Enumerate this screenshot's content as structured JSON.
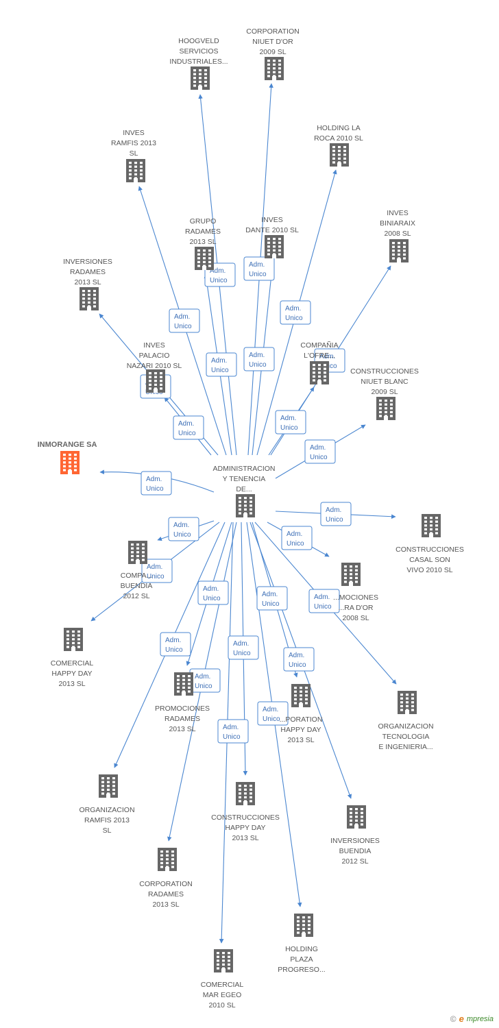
{
  "colors": {
    "edge": "#4a86d0",
    "building": "#666666",
    "building_highlight": "#ff6633",
    "adm_border": "#4a86d0",
    "adm_text": "#3d6fb6"
  },
  "icons": {
    "company": "building-icon"
  },
  "edge_label": [
    "Adm.",
    "Unico"
  ],
  "center": {
    "name": [
      "ADMINISTRACION",
      "Y TENENCIA",
      "DE..."
    ]
  },
  "nodes": [
    {
      "id": "hoogveld",
      "name": [
        "HOOGVELD",
        "SERVICIOS",
        "INDUSTRIALES..."
      ]
    },
    {
      "id": "corp-niuet",
      "name": [
        "CORPORATION",
        "NIUET D'OR",
        "2009 SL"
      ]
    },
    {
      "id": "holding-roca",
      "name": [
        "HOLDING LA",
        "ROCA 2010 SL"
      ]
    },
    {
      "id": "inves-ramfis",
      "name": [
        "INVES",
        "RAMFIS 2013",
        "SL"
      ]
    },
    {
      "id": "inves-biniaraix",
      "name": [
        "INVES",
        "BINIARAIX",
        "2008 SL"
      ]
    },
    {
      "id": "grupo-radames",
      "name": [
        "GRUPO",
        "RADAMES",
        "2013  SL"
      ]
    },
    {
      "id": "inves-dante",
      "name": [
        "INVES",
        "DANTE 2010 SL"
      ]
    },
    {
      "id": "inversiones-radames",
      "name": [
        "INVERSIONES",
        "RADAMES",
        "2013  SL"
      ]
    },
    {
      "id": "compania-ofre",
      "name": [
        "COMPAÑIA",
        "L'OFRE..."
      ]
    },
    {
      "id": "inves-palacio",
      "name": [
        "INVES",
        "PALACIO",
        "NAZARI 2010 SL"
      ]
    },
    {
      "id": "construcciones-niuet",
      "name": [
        "CONSTRUCCIONES",
        "NIUET BLANC",
        "2009 SL"
      ]
    },
    {
      "id": "inmorange",
      "name": [
        "INMORANGE SA"
      ],
      "highlight": true
    },
    {
      "id": "construcciones-casal",
      "name": [
        "CONSTRUCCIONES",
        "CASAL SON",
        "VIVO 2010 SL"
      ]
    },
    {
      "id": "compania-buendia",
      "name": [
        "COMPA...",
        "BUENDIA",
        "2012 SL"
      ]
    },
    {
      "id": "promociones-dor",
      "name": [
        "...MOCIONES",
        "...RA D'OR",
        "2008 SL"
      ]
    },
    {
      "id": "comercial-happy",
      "name": [
        "COMERCIAL",
        "HAPPY DAY",
        "2013  SL"
      ]
    },
    {
      "id": "organizacion-tecnologia",
      "name": [
        "ORGANIZACION",
        "TECNOLOGIA",
        "E INGENIERIA..."
      ]
    },
    {
      "id": "promociones-radames",
      "name": [
        "PROMOCIONES",
        "RADAMES",
        "2013  SL"
      ]
    },
    {
      "id": "corporation-happy",
      "name": [
        "...PORATION",
        "HAPPY DAY",
        "2013  SL"
      ]
    },
    {
      "id": "organizacion-ramfis",
      "name": [
        "ORGANIZACION",
        "RAMFIS 2013",
        "SL"
      ]
    },
    {
      "id": "construcciones-happy",
      "name": [
        "CONSTRUCCIONES",
        "HAPPY DAY",
        "2013  SL"
      ]
    },
    {
      "id": "inversiones-buendia",
      "name": [
        "INVERSIONES",
        "BUENDIA",
        "2012 SL"
      ]
    },
    {
      "id": "corporation-radames",
      "name": [
        "CORPORATION",
        "RADAMES",
        "2013  SL"
      ]
    },
    {
      "id": "holding-plaza",
      "name": [
        "HOLDING",
        "PLAZA",
        "PROGRESO..."
      ]
    },
    {
      "id": "comercial-mar",
      "name": [
        "COMERCIAL",
        "MAR EGEO",
        "2010 SL"
      ]
    }
  ],
  "footer": {
    "copyright": "©",
    "brand_initial": "e",
    "brand": "mpresia"
  }
}
